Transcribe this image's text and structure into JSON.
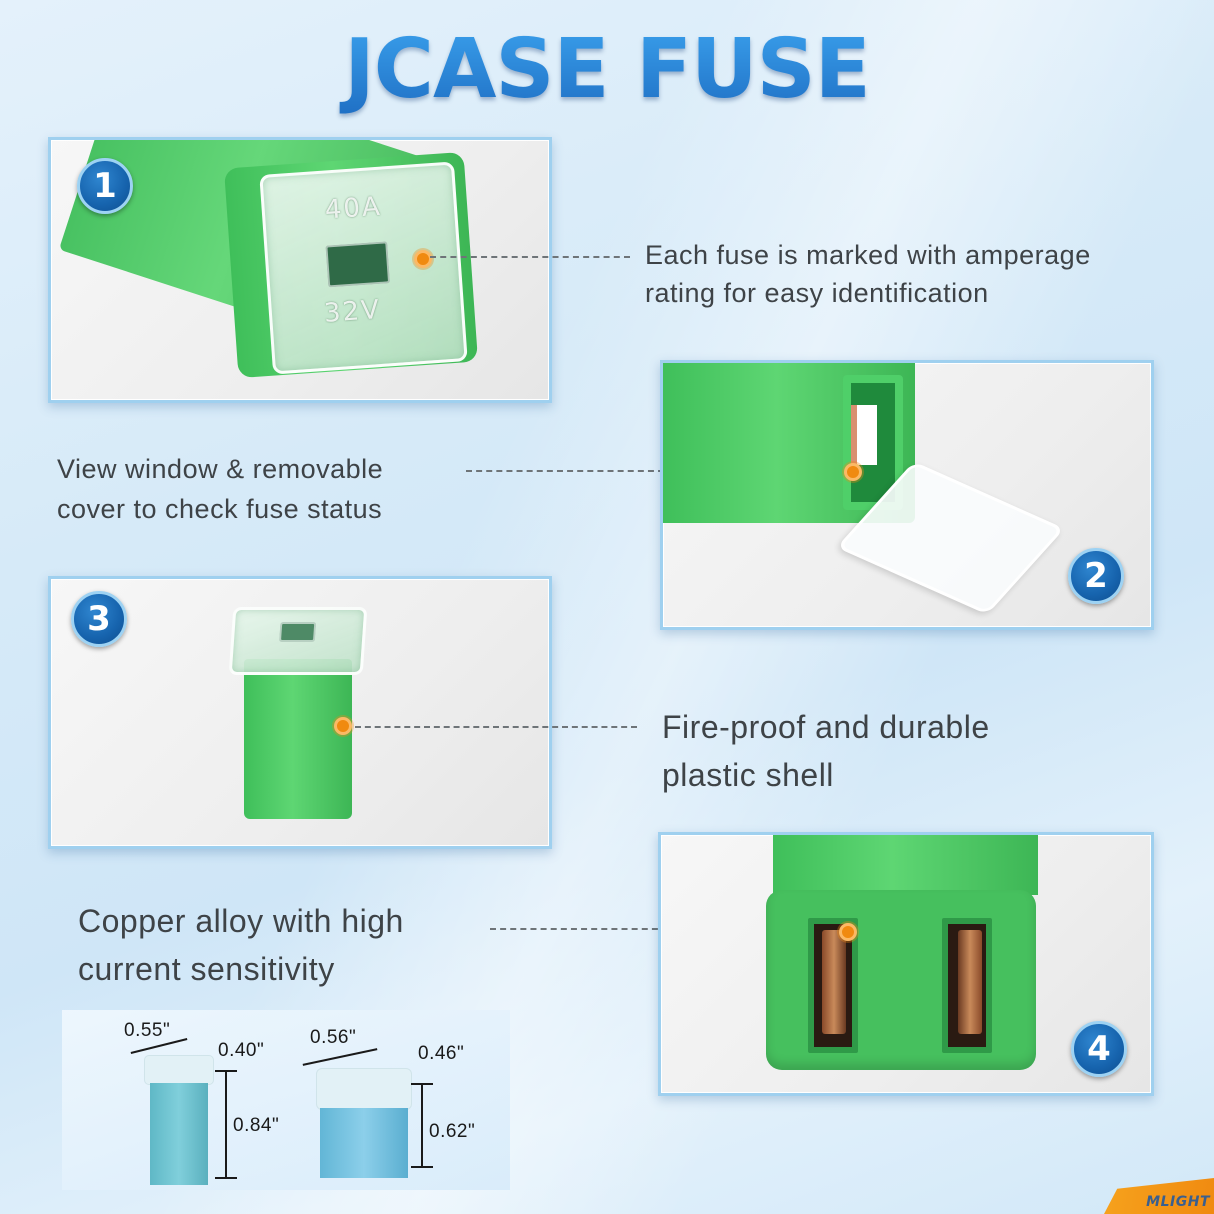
{
  "title": "JCASE FUSE",
  "colors": {
    "title_blue": "#2a86d6",
    "badge_blue": "#1663ad",
    "pointer_orange": "#f08a10",
    "fuse_green": "#4cc865",
    "fuse_small_blue": "#7cc9d6",
    "caption_text": "#3e4347",
    "logo_orange": "#f08a10"
  },
  "features": [
    {
      "number": "1",
      "caption_lines": [
        "Each fuse is marked with amperage",
        "rating for easy identification"
      ],
      "fuse_markings": {
        "amperage": "40A",
        "voltage": "32V"
      }
    },
    {
      "number": "2",
      "caption_lines": [
        "View window & removable",
        "cover to check fuse status"
      ]
    },
    {
      "number": "3",
      "caption_lines": [
        "Fire-proof and durable",
        "plastic shell"
      ]
    },
    {
      "number": "4",
      "caption_lines": [
        "Copper alloy with high",
        "current sensitivity"
      ]
    }
  ],
  "dimensions": {
    "tall_fuse": {
      "width": "0.55\"",
      "depth": "0.40\"",
      "height": "0.84\""
    },
    "short_fuse": {
      "width": "0.56\"",
      "depth": "0.46\"",
      "height": "0.62\""
    }
  },
  "brand_logo": {
    "text": "LIGHT",
    "icon": "m-logo-icon"
  }
}
